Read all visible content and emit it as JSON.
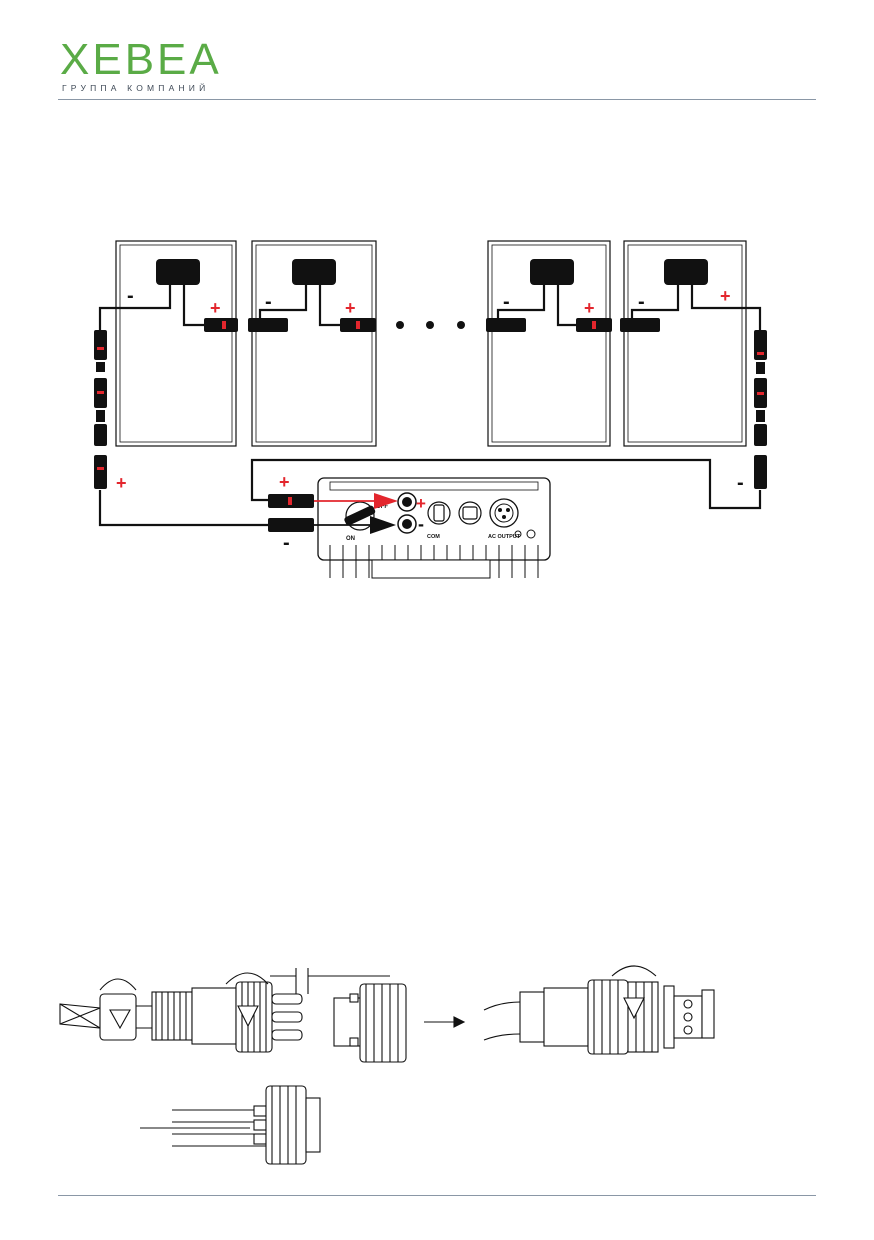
{
  "header": {
    "brand": "XEBEA",
    "tagline": "ГРУППА КОМПАНИЙ",
    "brand_color": "#5aab46"
  },
  "wiring_diagram": {
    "panel_count_shown": 4,
    "polarity_labels": {
      "minus": "-",
      "plus": "+"
    },
    "inverter": {
      "switch_off": "OFF",
      "switch_on": "ON",
      "port_com": "COM",
      "port_ac": "AC OUTPUT"
    },
    "plus_color": "#e3262d",
    "line_color": "#111111"
  },
  "connector_diagram": {}
}
